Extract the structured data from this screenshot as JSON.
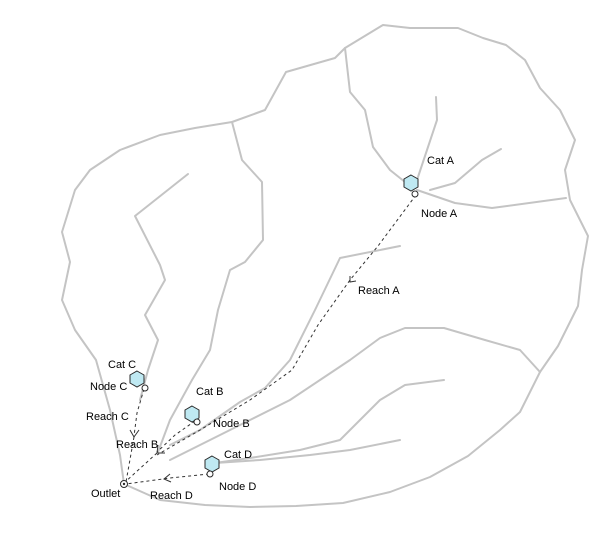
{
  "catchments": [
    {
      "id": "A",
      "label": "Cat A"
    },
    {
      "id": "B",
      "label": "Cat B"
    },
    {
      "id": "C",
      "label": "Cat C"
    },
    {
      "id": "D",
      "label": "Cat D"
    }
  ],
  "nodes": [
    {
      "id": "A",
      "label": "Node A"
    },
    {
      "id": "B",
      "label": "Node B"
    },
    {
      "id": "C",
      "label": "Node C"
    },
    {
      "id": "D",
      "label": "Node D"
    }
  ],
  "reaches": [
    {
      "id": "A",
      "label": "Reach A"
    },
    {
      "id": "B",
      "label": "Reach B"
    },
    {
      "id": "C",
      "label": "Reach C"
    },
    {
      "id": "D",
      "label": "Reach D"
    }
  ],
  "outlet": {
    "label": "Outlet"
  },
  "colors": {
    "boundary": "#c4c4c4",
    "catchment_icon": "#bfe9f2",
    "flow_line": "#333333"
  },
  "icons": {
    "catchment": "hexagon-icon",
    "node": "circle-node-icon",
    "outlet": "outlet-icon"
  }
}
